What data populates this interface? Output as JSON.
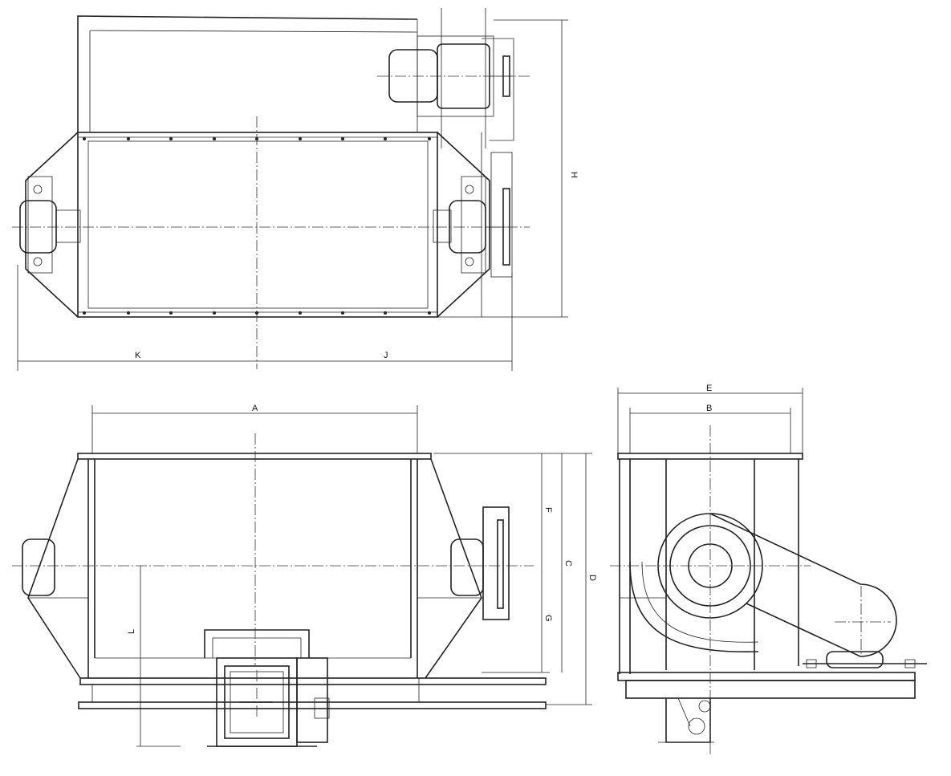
{
  "drawing": {
    "dimensions": {
      "H": "H",
      "K": "K",
      "J": "J",
      "A": "A",
      "F": "F",
      "C": "C",
      "D": "D",
      "G": "G",
      "L": "L",
      "E": "E",
      "B": "B"
    },
    "line_color": "#222222",
    "background": "#ffffff"
  }
}
